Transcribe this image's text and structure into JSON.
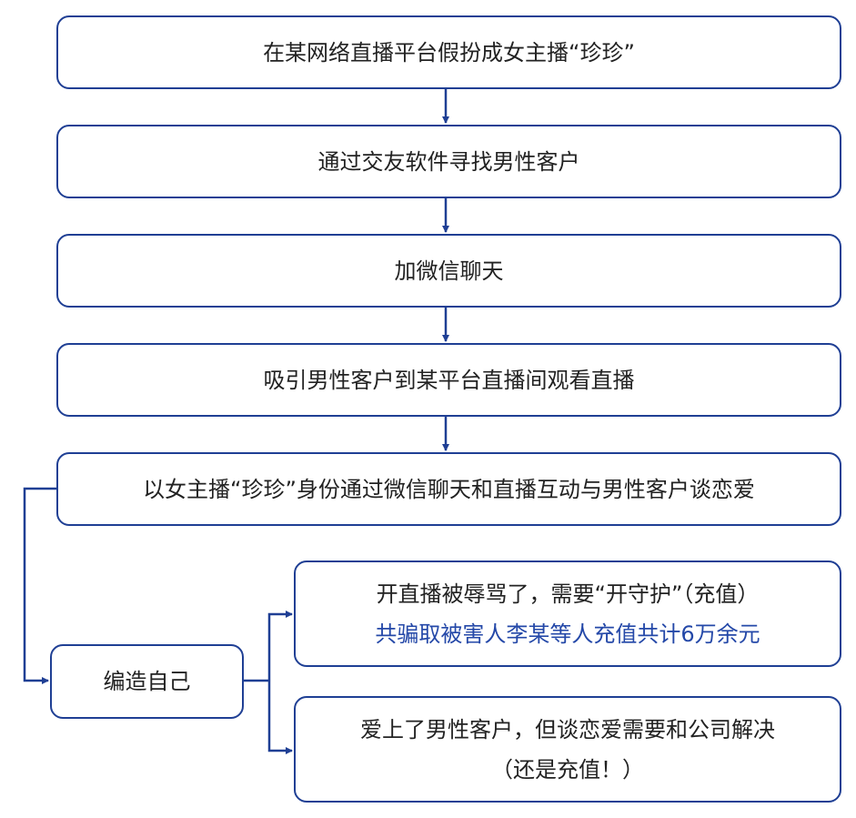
{
  "steps": [
    "在某网络直播平台假扮成女主播“珍珍”",
    "通过交友软件寻找男性客户",
    "加微信聊天",
    "吸引男性客户到某平台直播间观看直播",
    "以女主播“珍珍”身份通过微信聊天和直播互动与男性客户谈恋爱"
  ],
  "fabricate": "编造自己",
  "branch_a": {
    "line1": "开直播被辱骂了，需要“开守护”（充值）",
    "line2": "共骗取被害人李某等人充值共计6万余元"
  },
  "branch_b": {
    "line1": "爱上了男性客户，但谈恋爱需要和公司解决",
    "line2": "（还是充值！）"
  },
  "colors": {
    "border": "#1f3f94",
    "highlight_text": "#2448a8"
  }
}
